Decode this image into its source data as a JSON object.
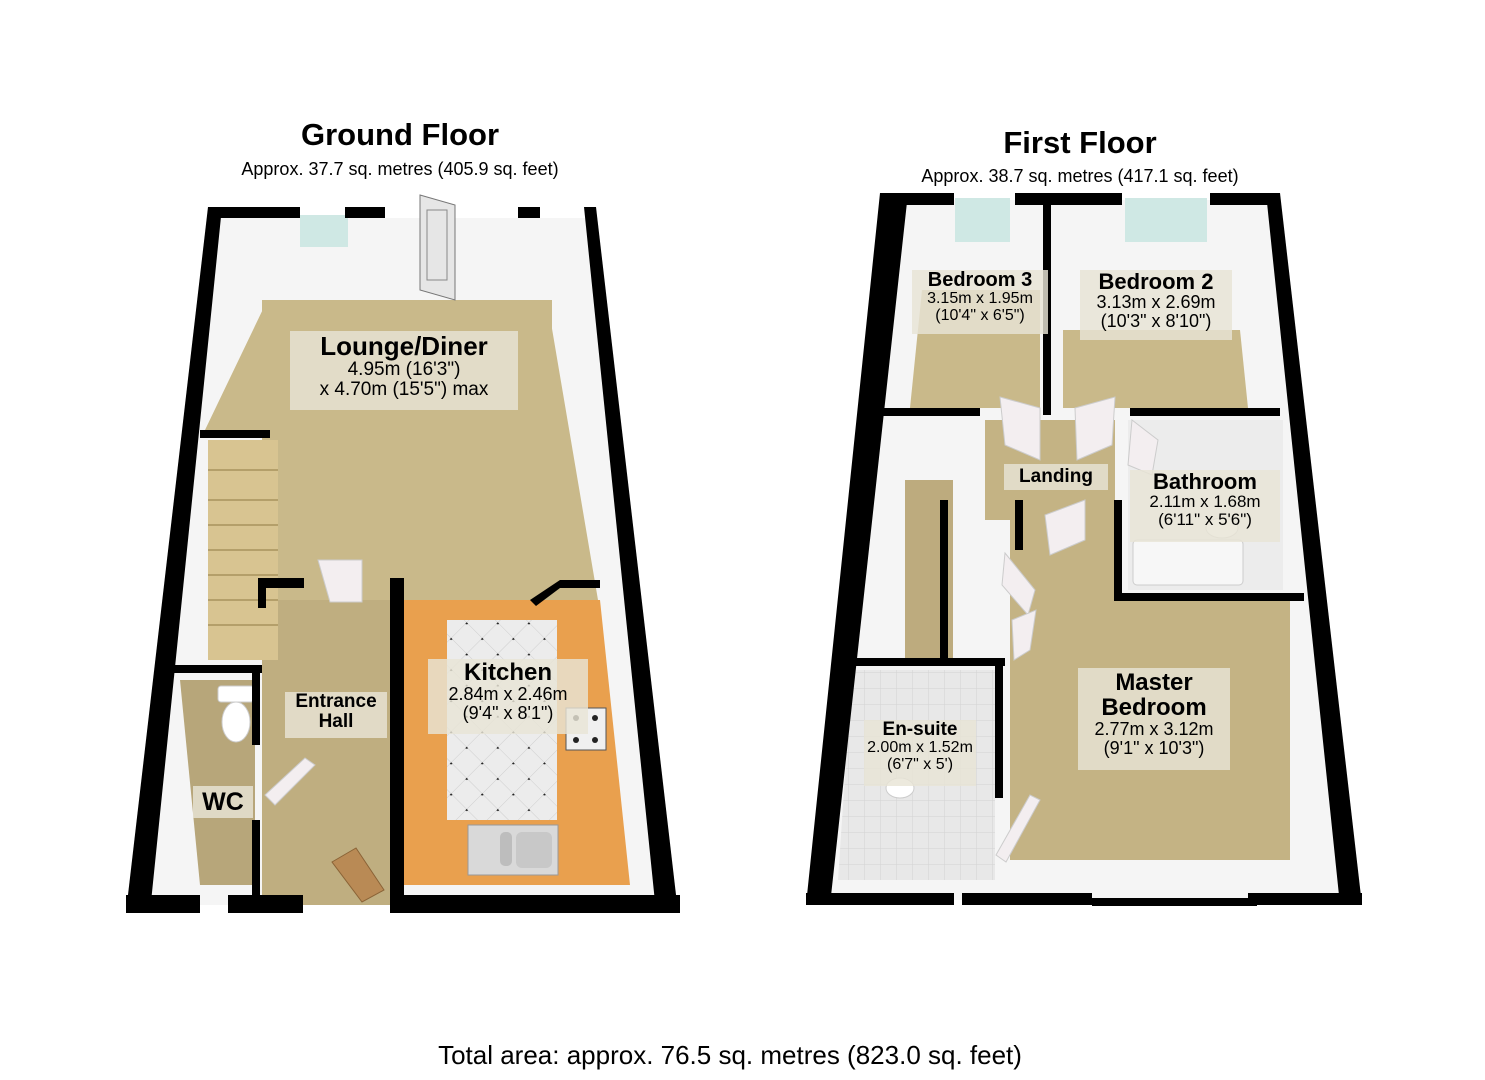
{
  "ground_floor": {
    "title": "Ground Floor",
    "area": "Approx. 37.7 sq. metres (405.9 sq. feet)",
    "rooms": [
      {
        "name": "Lounge/Diner",
        "dim1": "4.95m (16'3\")",
        "dim2": "x 4.70m (15'5\") max"
      },
      {
        "name": "Kitchen",
        "dim1": "2.84m x 2.46m",
        "dim2": "(9'4\" x 8'1\")"
      },
      {
        "name": "Entrance",
        "name2": "Hall"
      },
      {
        "name": "WC"
      }
    ]
  },
  "first_floor": {
    "title": "First Floor",
    "area": "Approx. 38.7 sq. metres (417.1 sq. feet)",
    "rooms": [
      {
        "name": "Bedroom 3",
        "dim1": "3.15m x 1.95m",
        "dim2": "(10'4\" x 6'5\")"
      },
      {
        "name": "Bedroom 2",
        "dim1": "3.13m x 2.69m",
        "dim2": "(10'3\" x 8'10\")"
      },
      {
        "name": "Landing"
      },
      {
        "name": "Bathroom",
        "dim1": "2.11m x 1.68m",
        "dim2": "(6'11\" x 5'6\")"
      },
      {
        "name": "Master",
        "name2": "Bedroom",
        "dim1": "2.77m x 3.12m",
        "dim2": "(9'1\" x 10'3\")"
      },
      {
        "name": "En-suite",
        "dim1": "2.00m x 1.52m",
        "dim2": "(6'7\" x 5')"
      }
    ]
  },
  "total_area": "Total area: approx. 76.5 sq. metres (823.0 sq. feet)",
  "colors": {
    "wall": "#000000",
    "carpet": "#c9b98a",
    "kitchen_worktop": "#e9a04e",
    "tile": "#e6e6e6",
    "window_glass": "#cfe8e4",
    "inner_wall": "#f4f4f4"
  }
}
